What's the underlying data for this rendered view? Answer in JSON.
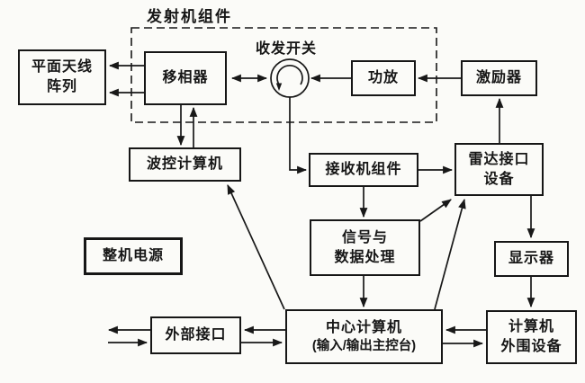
{
  "diagram": {
    "group_label": "发射机组件",
    "switch_label": "收发开关",
    "boxes": {
      "antenna": {
        "line1": "平面天线",
        "line2": "阵列"
      },
      "phase_shifter": {
        "line1": "移相器"
      },
      "power_amp": {
        "line1": "功放"
      },
      "exciter": {
        "line1": "激励器"
      },
      "beam_computer": {
        "line1": "波控计算机"
      },
      "receiver": {
        "line1": "接收机组件"
      },
      "radar_interface": {
        "line1": "雷达接口",
        "line2": "设备"
      },
      "signal_processing": {
        "line1": "信号与",
        "line2": "数据处理"
      },
      "power_supply": {
        "line1": "整机电源"
      },
      "display": {
        "line1": "显示器"
      },
      "external_interface": {
        "line1": "外部接口"
      },
      "central_computer": {
        "line1": "中心计算机",
        "line2": "(输入/输出主控台)"
      },
      "peripherals": {
        "line1": "计算机",
        "line2": "外围设备"
      }
    },
    "colors": {
      "line": "#181818",
      "background": "#fbfbf8"
    }
  }
}
